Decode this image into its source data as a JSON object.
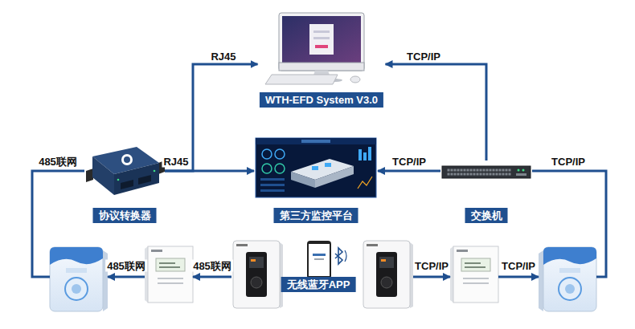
{
  "diagram": {
    "nodes": [
      {
        "text": [
          "WTH-EFD System V3.0"
        ]
      },
      {
        "text": [
          "协议转换器"
        ]
      },
      {
        "text": [
          "第三方监控平台"
        ]
      },
      {
        "text": [
          "交换机"
        ]
      },
      {
        "text": []
      },
      {
        "text": []
      },
      {
        "text": []
      },
      {
        "text": [
          "无线蓝牙APP"
        ]
      },
      {
        "text": []
      },
      {
        "text": []
      },
      {
        "text": []
      }
    ],
    "edges": [
      {
        "from": 1,
        "to": 0,
        "label": "RJ45",
        "arrow": "to"
      },
      {
        "from": 1,
        "to": 2,
        "label": "RJ45",
        "arrow": "to"
      },
      {
        "from": 3,
        "to": 0,
        "label": "TCP/IP",
        "arrow": "to"
      },
      {
        "from": 3,
        "to": 2,
        "label": "TCP/IP",
        "arrow": "to"
      },
      {
        "from": 10,
        "to": 3,
        "label": "TCP/IP",
        "arrow": "none"
      },
      {
        "from": 4,
        "to": 1,
        "label": "485联网",
        "arrow": "none"
      },
      {
        "from": 6,
        "to": 5,
        "label": "485联网",
        "arrow": "to"
      },
      {
        "from": 5,
        "to": 4,
        "label": "485联网",
        "arrow": "to"
      },
      {
        "from": 8,
        "to": 9,
        "label": "TCP/IP",
        "arrow": "to"
      },
      {
        "from": 9,
        "to": 10,
        "label": "TCP/IP",
        "arrow": "to"
      }
    ]
  }
}
